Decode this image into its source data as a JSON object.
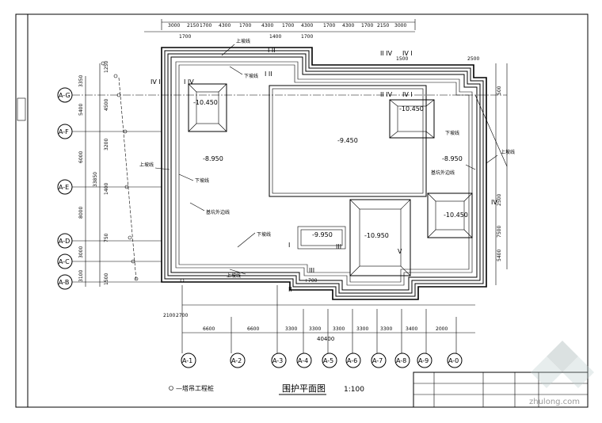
{
  "drawing": {
    "title": "围护平面图",
    "scale": "1:100",
    "legend_label": "—塔吊工程桩",
    "watermark": "zhulong.com"
  },
  "top_dims": [
    "3000",
    "2150",
    "1700",
    "4300",
    "1700",
    "4300",
    "1700",
    "4300",
    "1700",
    "4300",
    "1700",
    "2150",
    "3000"
  ],
  "top_dims_row2": [
    "1700",
    "1400",
    "1700"
  ],
  "bottom_dims": [
    "6600",
    "6600",
    "3300",
    "3300",
    "3300",
    "3300",
    "3300",
    "3400",
    "2000"
  ],
  "bottom_total": "40400",
  "bottom_small": [
    "2100",
    "2700"
  ],
  "left_dims": [
    "3350",
    "5400",
    "6000",
    "8000",
    "3000",
    "3100"
  ],
  "left_inner_dims": [
    "1250",
    "4500",
    "3200",
    "33850",
    "1400",
    "750",
    "1500"
  ],
  "right_dims": [
    "500",
    "2500",
    "7500",
    "5400",
    "2500",
    "1500"
  ],
  "row_axes": [
    "A-G",
    "A-F",
    "A-E",
    "A-D",
    "A-C",
    "A-B"
  ],
  "col_axes": [
    "A-1",
    "A-2",
    "A-3",
    "A-4",
    "A-5",
    "A-6",
    "A-7",
    "A-8",
    "A-9",
    "A-0"
  ],
  "elevations": [
    "-10.450",
    "-9.450",
    "-8.950",
    "-8.950",
    "-10.450",
    "-10.450",
    "-9.950",
    "-10.950",
    "+700"
  ],
  "annotations": {
    "upper_slope": "上坡线",
    "lower_slope": "下坡线",
    "well_line": "基坑外边线",
    "well_line2": "基坑外边线"
  },
  "section_marks": [
    "I",
    "II",
    "III",
    "IV",
    "V"
  ],
  "sections": [
    "I II",
    "I II",
    "II IV",
    "IV I",
    "II IV",
    "IV I",
    "IV I",
    "I IV",
    "I",
    "III",
    "V",
    "III",
    "II",
    "IV"
  ],
  "title_block": {
    "rows": [
      "",
      "",
      "",
      "",
      ""
    ]
  }
}
